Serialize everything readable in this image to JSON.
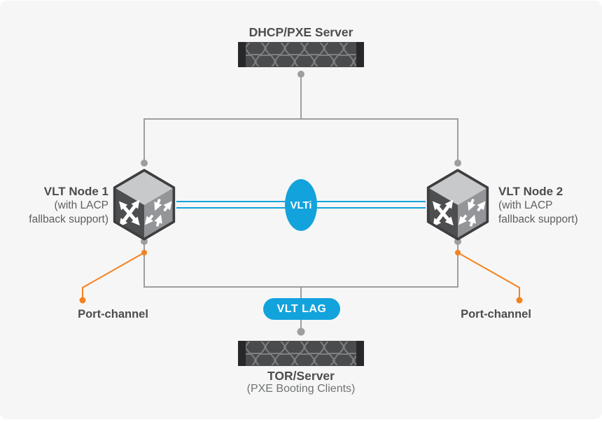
{
  "colors": {
    "background": "#f6f6f6",
    "connector_gray": "#9d9ea0",
    "accent_blue": "#13a3dc",
    "accent_orange": "#f5821f",
    "text_dark": "#4b4c4e",
    "text_muted": "#707274"
  },
  "top_server": {
    "label": "DHCP/PXE Server"
  },
  "vlt_node_1": {
    "title": "VLT Node 1",
    "subtitle_line1": "(with LACP",
    "subtitle_line2": "fallback support)"
  },
  "vlt_node_2": {
    "title": "VLT Node 2",
    "subtitle_line1": "(with LACP",
    "subtitle_line2": "fallback support)"
  },
  "interconnect": {
    "label": "VLTi"
  },
  "vlt_lag": {
    "label": "VLT LAG"
  },
  "port_channels": {
    "left_label": "Port-channel",
    "right_label": "Port-channel"
  },
  "bottom_server": {
    "title": "TOR/Server",
    "subtitle": "(PXE Booting Clients)"
  }
}
